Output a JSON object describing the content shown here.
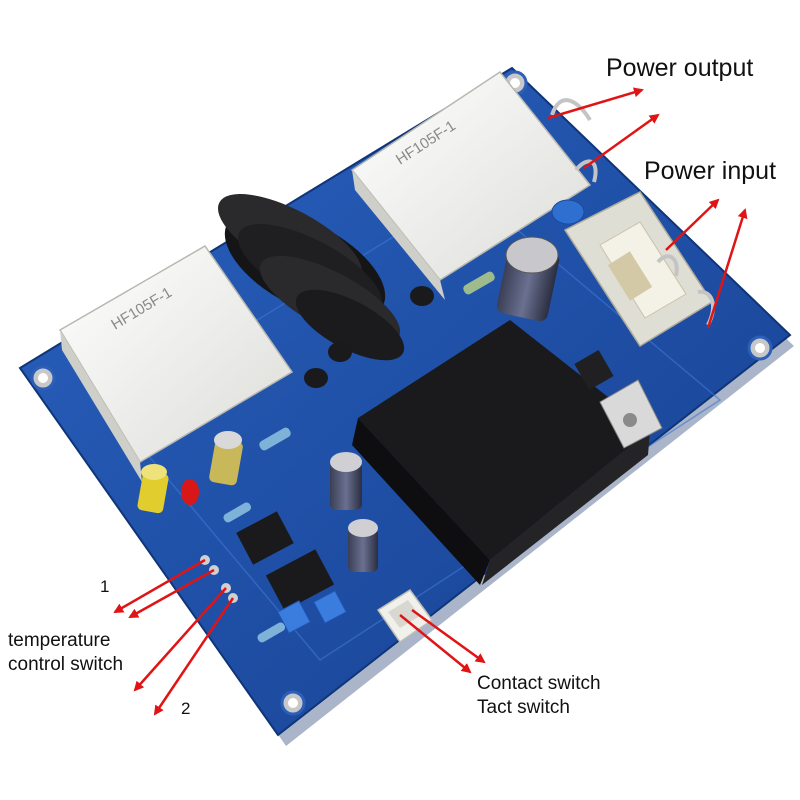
{
  "labels": {
    "power_output": "Power output",
    "power_input": "Power input",
    "switch_pin_1": "1",
    "switch_pin_2": "2",
    "temperature_line1": "temperature",
    "temperature_line2": "control switch",
    "contact_switch": "Contact switch",
    "tact_switch": "Tact switch"
  },
  "component_markings": {
    "relay_right": "HF105F-1",
    "relay_left": "HF105F-1"
  },
  "colors": {
    "pcb_blue": "#1f4fa6",
    "arrow_red": "#e01414",
    "relay_white": "#f2f2ef",
    "transformer_black": "#1a1a1c"
  }
}
